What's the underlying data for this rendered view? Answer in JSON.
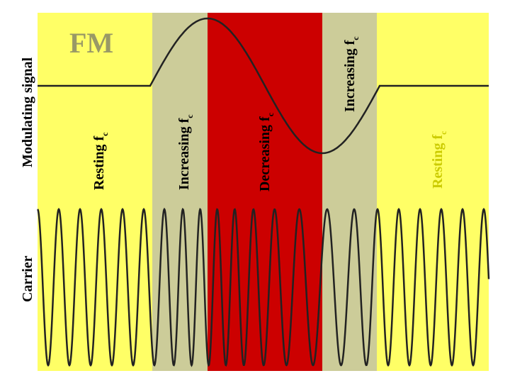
{
  "title": "FM",
  "side_labels": {
    "modulating": "Modulating signal",
    "carrier": "Carrier"
  },
  "regions": [
    {
      "label": "Resting f",
      "sub": "c",
      "color": "#ffff66"
    },
    {
      "label": "Increasing f",
      "sub": "c",
      "color": "#cccc99"
    },
    {
      "label": "Decreasing f",
      "sub": "c",
      "color": "#cc0000"
    },
    {
      "label": "Increasing f",
      "sub": "c",
      "color": "#cccc99"
    },
    {
      "label": "Resting f",
      "sub": "c",
      "color": "#ffff66"
    }
  ],
  "colors": {
    "title": "#999966",
    "text": "#000000",
    "rest_label": "#cccc00",
    "waveform": "#222222"
  }
}
